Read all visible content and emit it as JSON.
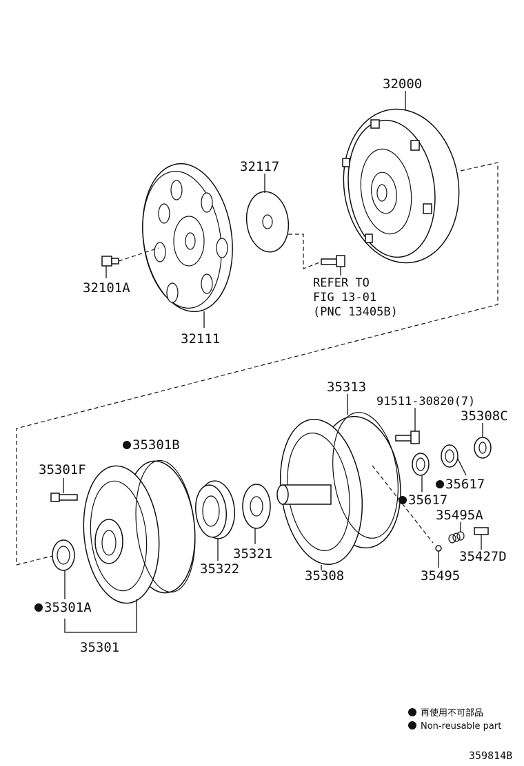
{
  "parts": {
    "p32000": "32000",
    "p32117": "32117",
    "p32101A": "32101A",
    "p32111": "32111",
    "refer_line1": "REFER TO",
    "refer_line2": "FIG 13-01",
    "refer_line3": "(PNC 13405B)",
    "p35313": "35313",
    "p91511": "91511-30820(7)",
    "p35308C": "35308C",
    "p35301B": "35301B",
    "p35301F": "35301F",
    "p35617a": "35617",
    "p35617b": "35617",
    "p35495A": "35495A",
    "p35322": "35322",
    "p35321": "35321",
    "p35308": "35308",
    "p35495": "35495",
    "p35427D": "35427D",
    "p35301A": "35301A",
    "p35301": "35301"
  },
  "legend": {
    "jp": "再使用不可部品",
    "en": "Non-reusable part"
  },
  "figure_code": "359814B"
}
